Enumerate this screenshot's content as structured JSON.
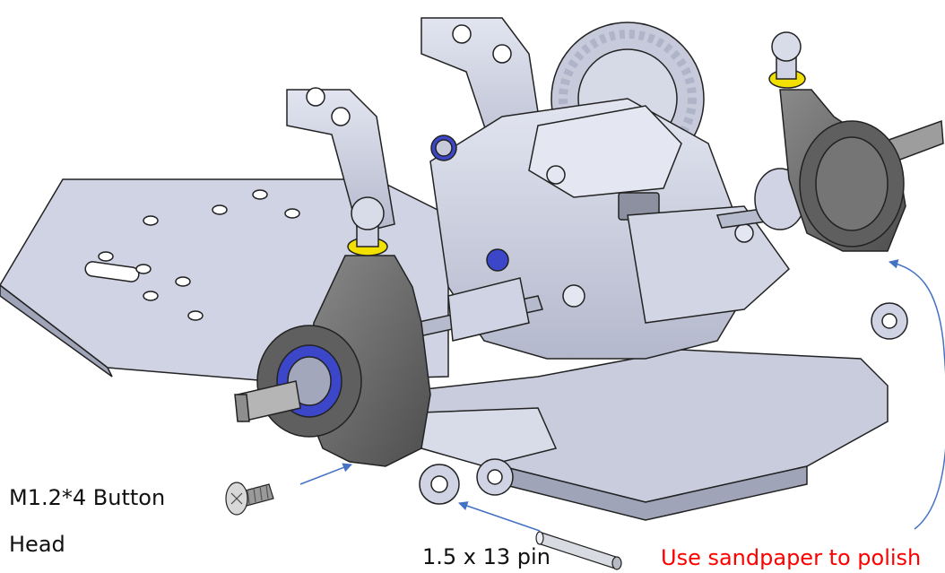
{
  "annotations": {
    "screw_label_line1": "M1.2*4 Button",
    "screw_label_line2": "Head",
    "pin_label": "1.5 x 13 pin",
    "polish_note": "Use sandpaper to polish"
  },
  "colors": {
    "note_text": "#ff0000",
    "leader_line": "#4472c4",
    "label_text": "#111111",
    "part_fill": "#cfd3e3",
    "part_shade": "#a8adc3",
    "hub_dark": "#6a6a6a",
    "bearing_blue": "#3b46c8",
    "washer_yellow": "#f2e000"
  },
  "icons": [
    "screw-icon",
    "pin-icon"
  ]
}
